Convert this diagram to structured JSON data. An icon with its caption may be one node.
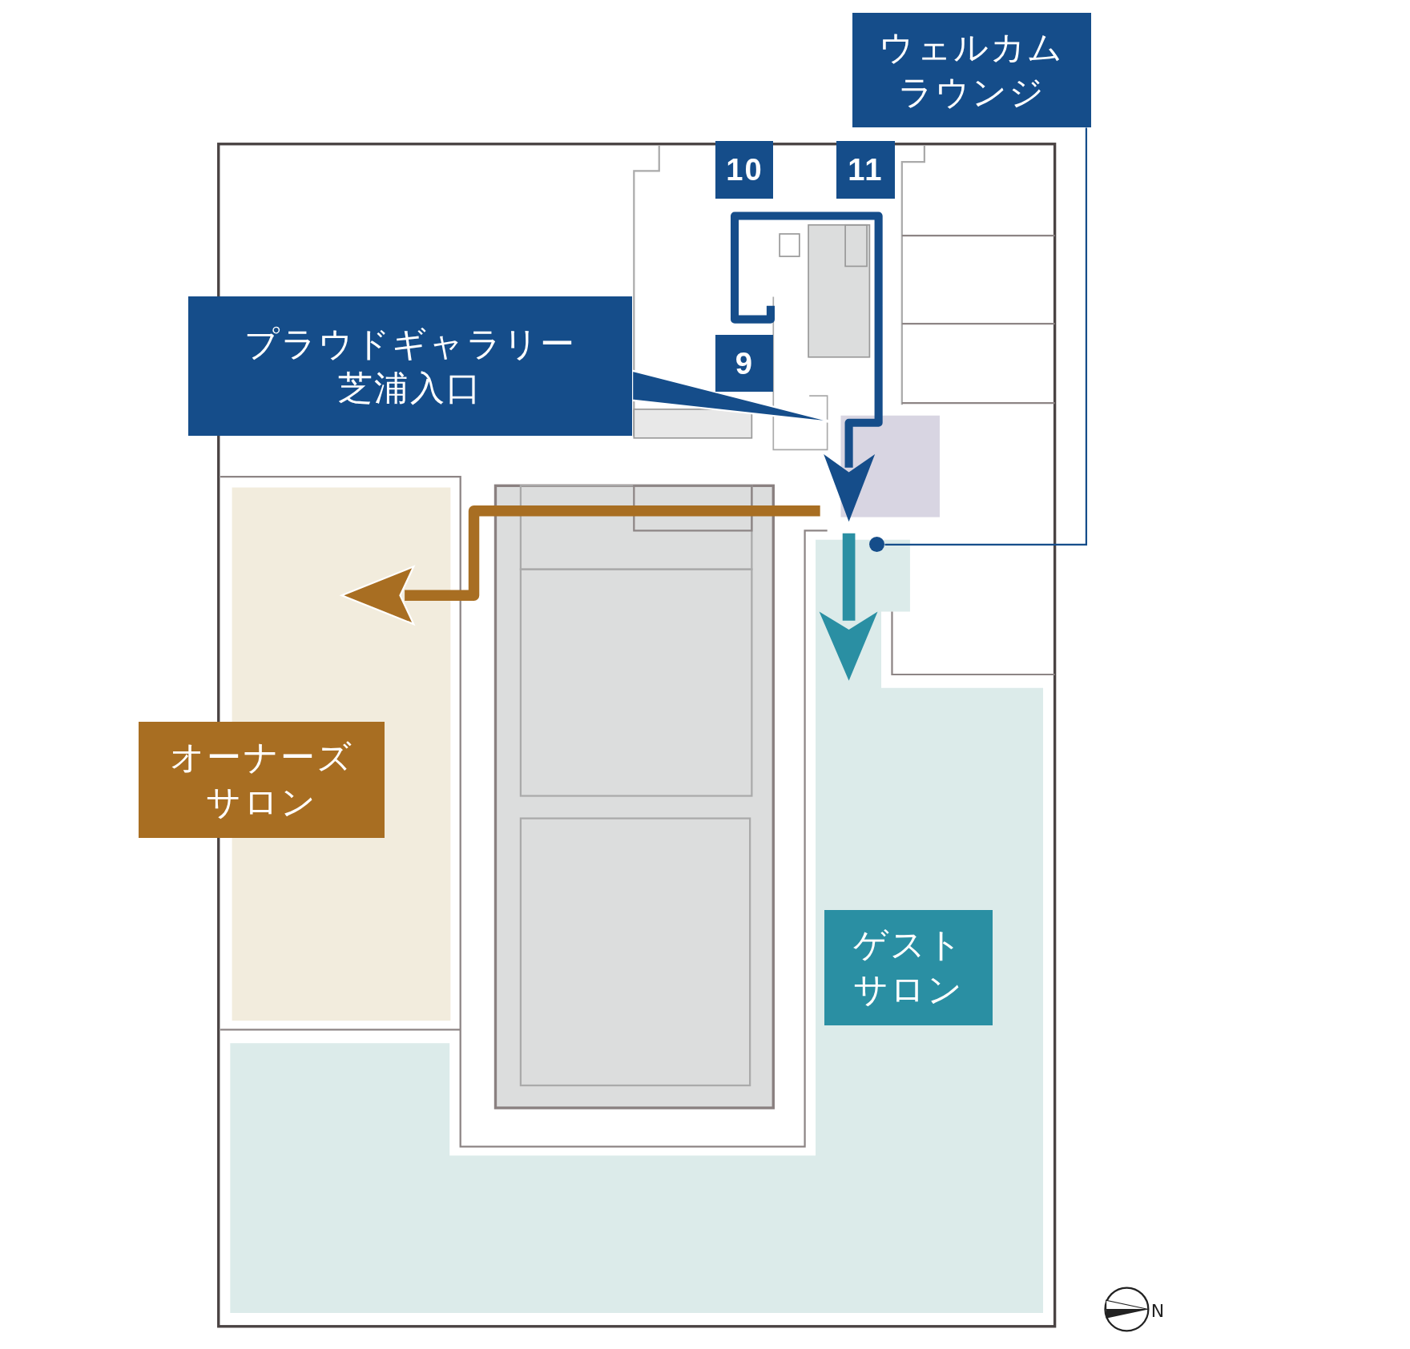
{
  "diagram": {
    "nodes": [
      {
        "text": [
          "ウェルカムラウンジ"
        ]
      },
      {
        "text": [
          "10"
        ]
      },
      {
        "text": [
          "11"
        ]
      },
      {
        "text": [
          "プラウドギャラリー芝浦入口"
        ]
      },
      {
        "text": [
          "9"
        ]
      },
      {
        "text": [],
        "shape": "circle"
      },
      {
        "text": [
          "オーナーズサロン"
        ]
      },
      {
        "text": [
          "ゲストサロン"
        ]
      }
    ],
    "edges": [
      {
        "from": 0,
        "to": 5,
        "arrow": "none"
      },
      {
        "from": 3,
        "to": null,
        "arrow": "to"
      }
    ],
    "labels": [
      "N"
    ]
  }
}
